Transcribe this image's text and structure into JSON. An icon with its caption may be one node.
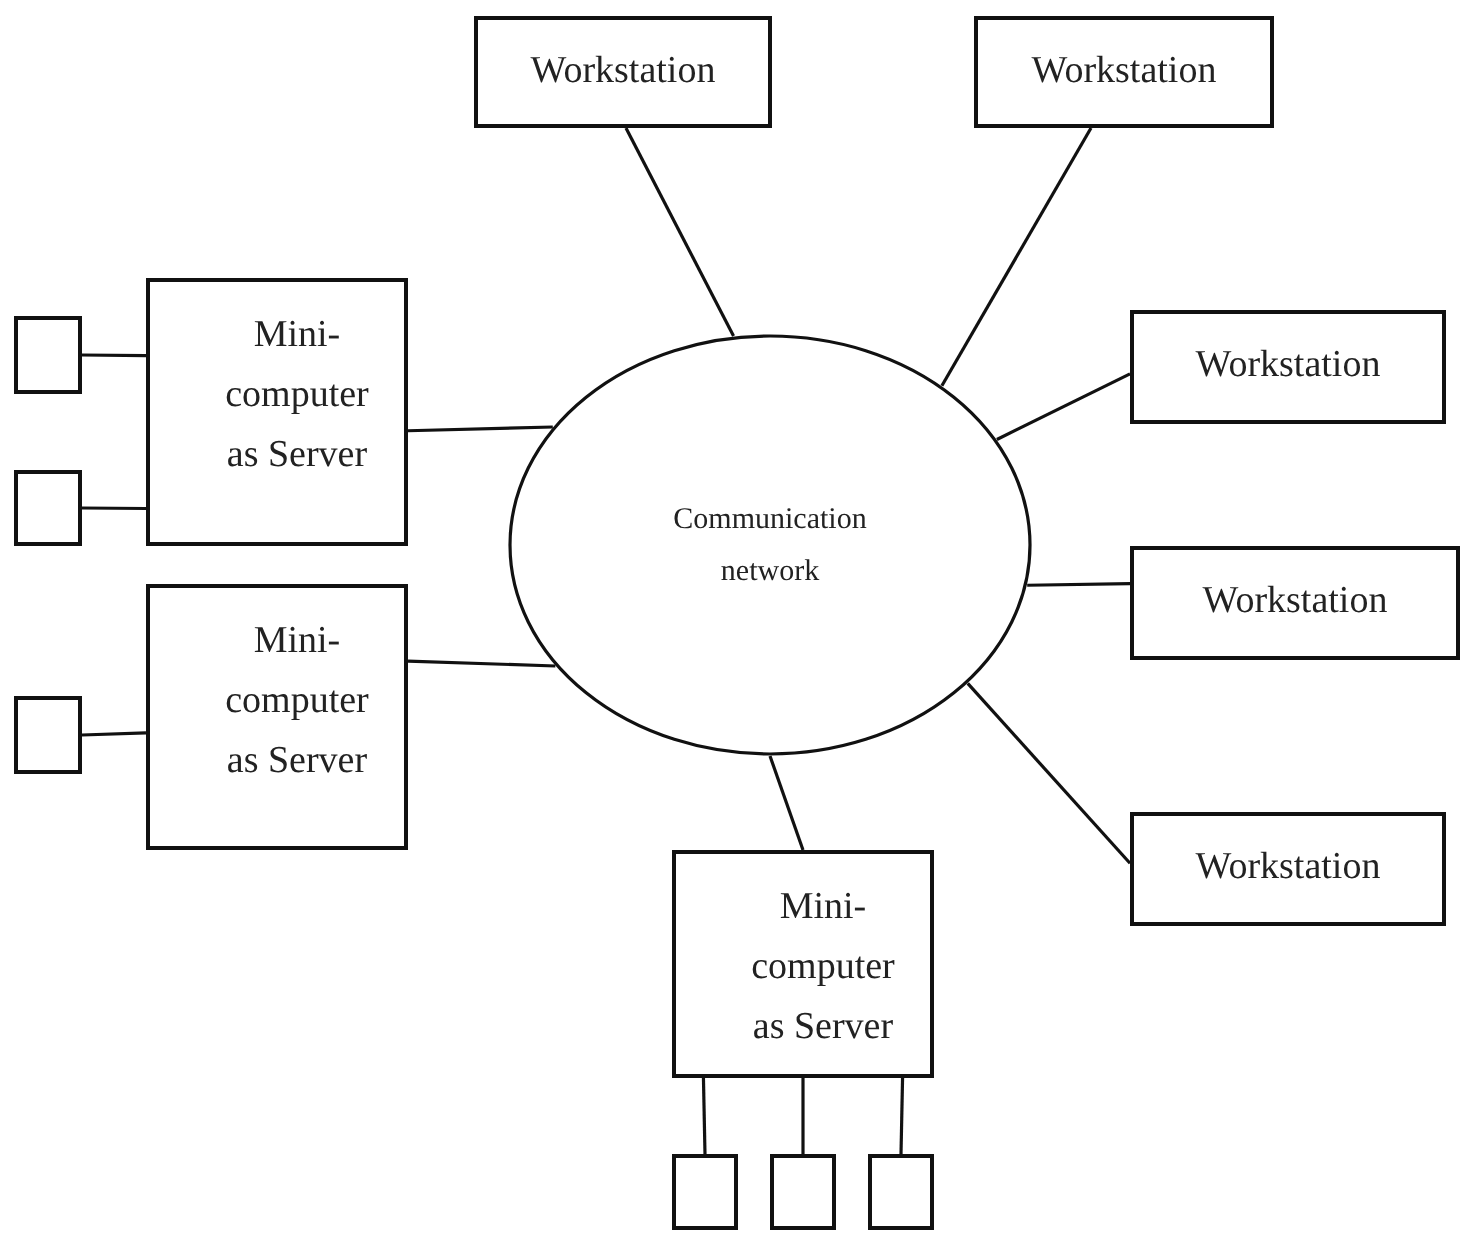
{
  "diagram": {
    "nodes": [
      {
        "text": [
          "Workstation"
        ]
      },
      {
        "text": [
          "Workstation"
        ]
      },
      {
        "text": [
          "Mini- computer as Server"
        ]
      },
      {
        "text": [],
        "shape": "box"
      },
      {
        "text": [],
        "shape": "box"
      },
      {
        "text": [
          "Workstation"
        ]
      },
      {
        "text": [
          "Communication network"
        ]
      },
      {
        "text": [
          "Workstation"
        ]
      },
      {
        "text": [
          "Mini- computer as Server"
        ]
      },
      {
        "text": [],
        "shape": "box"
      },
      {
        "text": [
          "Workstation"
        ]
      },
      {
        "text": [
          "Mini- computer as Server"
        ]
      },
      {
        "text": [],
        "shape": "box"
      },
      {
        "text": [],
        "shape": "box"
      },
      {
        "text": [],
        "shape": "box"
      }
    ],
    "edges": [
      {
        "from": 0,
        "to": 6,
        "arrow": "none"
      },
      {
        "from": 1,
        "to": 6,
        "arrow": "none"
      },
      {
        "from": 5,
        "to": 6,
        "arrow": "none"
      },
      {
        "from": 7,
        "to": 6,
        "arrow": "none"
      },
      {
        "from": 10,
        "to": 6,
        "arrow": "none"
      },
      {
        "from": 2,
        "to": 6,
        "arrow": "none"
      },
      {
        "from": 8,
        "to": 6,
        "arrow": "none"
      },
      {
        "from": 11,
        "to": 6,
        "arrow": "none"
      },
      {
        "from": 3,
        "to": 2,
        "arrow": "none"
      },
      {
        "from": 4,
        "to": 2,
        "arrow": "none"
      },
      {
        "from": 9,
        "to": 8,
        "arrow": "none"
      },
      {
        "from": 12,
        "to": 11,
        "arrow": "none"
      },
      {
        "from": 13,
        "to": 11,
        "arrow": "none"
      },
      {
        "from": 14,
        "to": 11,
        "arrow": "none"
      }
    ]
  }
}
